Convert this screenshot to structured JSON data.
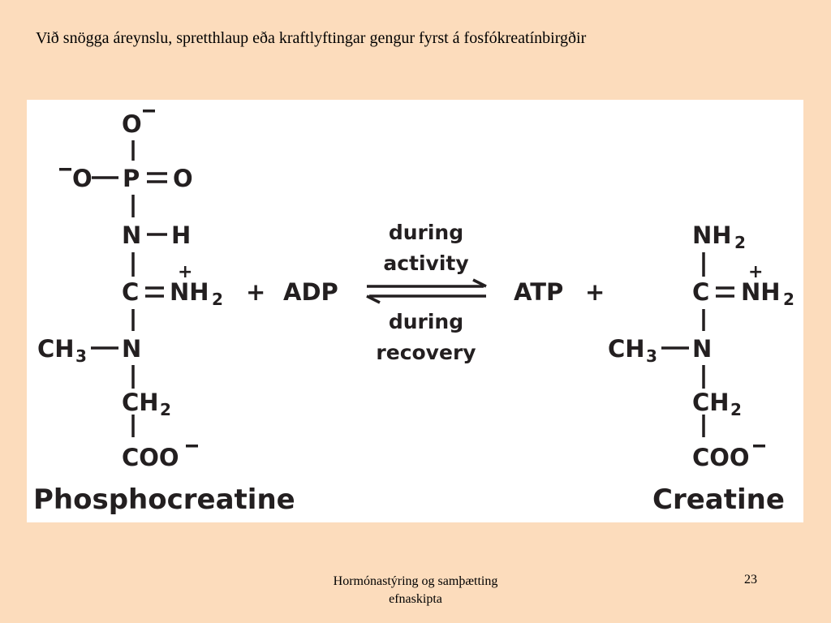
{
  "slide": {
    "title": "Við snögga áreynslu, spretthlaup eða kraftlyftingar gengur fyrst á fosfókreatínbirgðir",
    "footer_line1": "Hormónastýring og samþætting",
    "footer_line2": "efnaskipta",
    "page_number": "23"
  },
  "diagram": {
    "colors": {
      "ink": "#231f20",
      "panel": "#ffffff",
      "background": "#fcdcbc"
    },
    "phosphocreatine": {
      "name": "Phosphocreatine",
      "o_top": "O",
      "o_left": "O",
      "p": "P",
      "o_right": "O",
      "n_upper": "N",
      "h": "H",
      "c": "C",
      "nh": "NH",
      "nh_sub": "2",
      "ch3": "CH",
      "ch3_sub": "3",
      "n_lower": "N",
      "ch2": "CH",
      "ch2_sub": "2",
      "coo": "COO"
    },
    "creatine": {
      "name": "Creatine",
      "nh2_top": "NH",
      "nh2_top_sub": "2",
      "c": "C",
      "nh": "NH",
      "nh_sub": "2",
      "ch3": "CH",
      "ch3_sub": "3",
      "n": "N",
      "ch2": "CH",
      "ch2_sub": "2",
      "coo": "COO"
    },
    "plus_sign": "+",
    "adp": "ADP",
    "atp": "ATP",
    "forward_label_1": "during",
    "forward_label_2": "activity",
    "reverse_label_1": "during",
    "reverse_label_2": "recovery"
  }
}
